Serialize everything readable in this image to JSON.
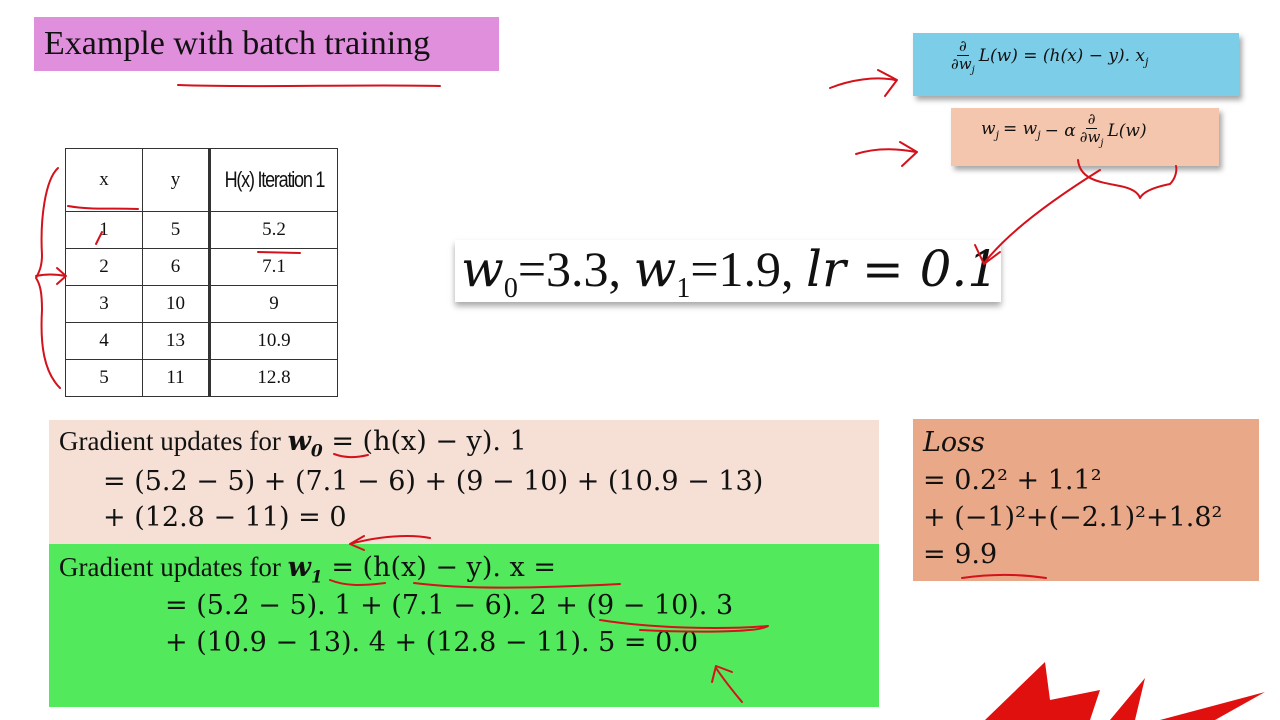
{
  "title": "Example with batch training",
  "formulas": {
    "gradient": {
      "num": "∂",
      "den": "∂w",
      "den_sub": "j",
      "rhs": "L(w) = (h(x) − y). x",
      "rhs_sub": "j"
    },
    "update": {
      "lhs": "w",
      "lhs_sub": "j",
      "mid": "= w",
      "mid_sub": "j",
      "alpha": "− α",
      "num": "∂",
      "den": "∂w",
      "den_sub": "j",
      "rhs": "L(w)"
    }
  },
  "table": {
    "headers": [
      "x",
      "y",
      "H(x) Iteration 1"
    ],
    "rows": [
      [
        "1",
        "5",
        "5.2"
      ],
      [
        "2",
        "6",
        "7.1"
      ],
      [
        "3",
        "10",
        "9"
      ],
      [
        "4",
        "13",
        "10.9"
      ],
      [
        "5",
        "11",
        "12.8"
      ]
    ]
  },
  "params": {
    "w0_name": "w",
    "w0_sub": "0",
    "w0_value": "=3.3, ",
    "w1_name": "w",
    "w1_sub": "1",
    "w1_value": "=1.9, ",
    "lr": "lr = 0.1"
  },
  "gradient_w0": {
    "label": "Gradient updates for ",
    "var": "w",
    "var_sub": "0",
    "formula": " = (h(x) − y). 1",
    "line2": "= (5.2 − 5)  +  (7.1 − 6)  +  (9 − 10)  +  (10.9 − 13)",
    "line3": "+  (12.8 − 11) =  0"
  },
  "gradient_w1": {
    "label": "Gradient updates for ",
    "var": "w",
    "var_sub": "1",
    "formula": " = (h(x) − y). x =",
    "line2": "= (5.2 − 5). 1  +  (7.1 − 6). 2  +  (9 − 10). 3",
    "line3": "+  (10.9 − 13). 4  +  (12.8 − 11). 5 = 0.0"
  },
  "loss": {
    "label": "Loss",
    "line1": "=  0.2² + 1.1²",
    "line2": "+ (−1)²+(−2.1)²+1.8²",
    "line3": "= 9.9"
  },
  "colors": {
    "title_bg": "#e08fdc",
    "gradient_formula_bg": "#7ccde8",
    "update_formula_bg": "#f3c6ad",
    "w0_box_bg": "#f6e0d6",
    "w1_box_bg": "#52ea5c",
    "loss_box_bg": "#e9a887",
    "ink": "#d4121b"
  }
}
